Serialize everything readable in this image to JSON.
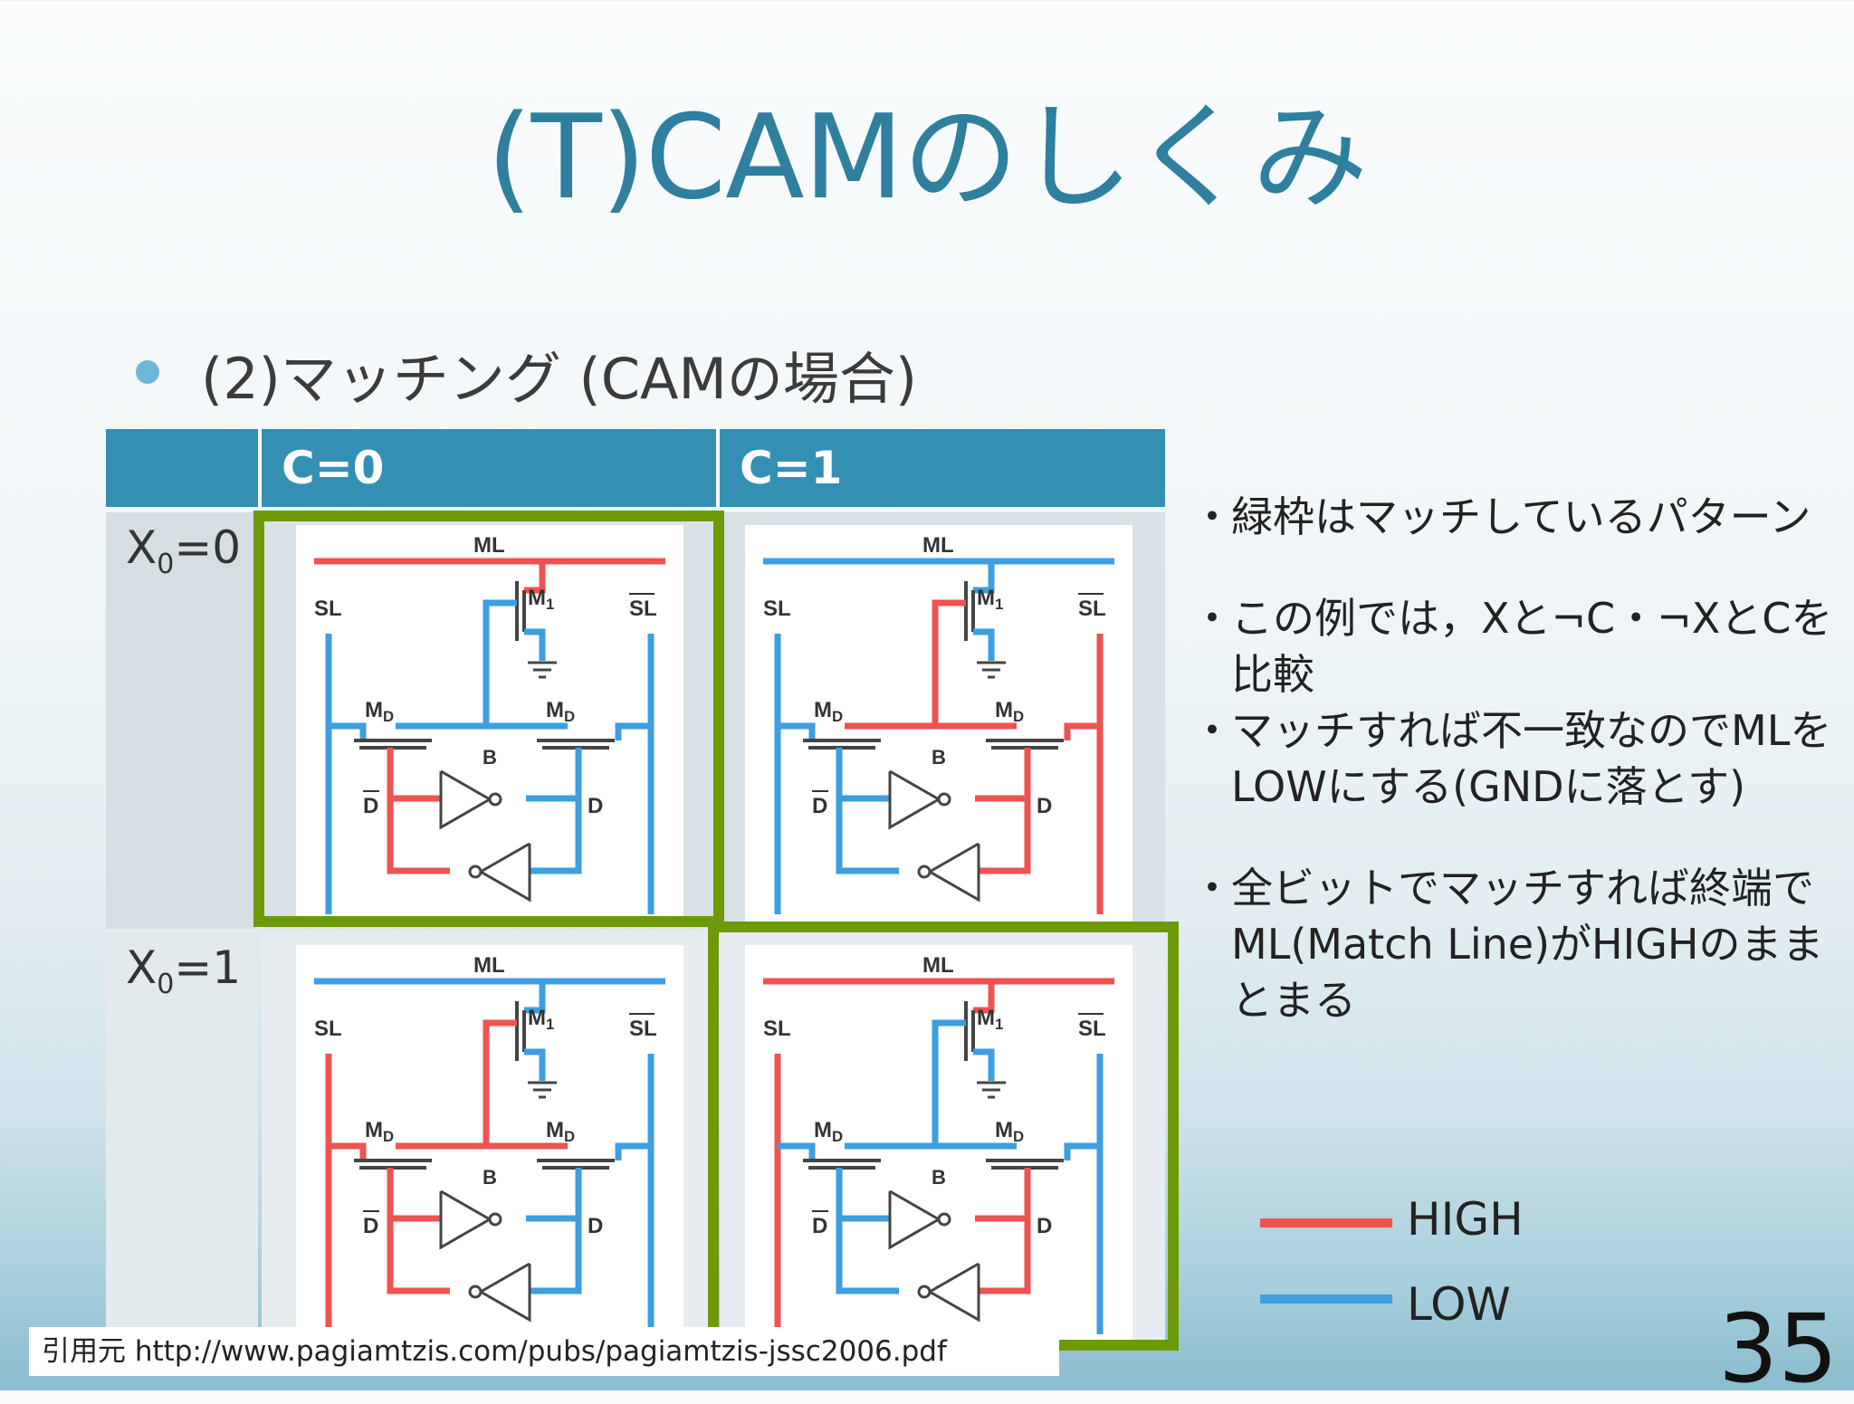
{
  "title": "(T)CAMのしくみ",
  "bullet": "(2)マッチング (CAMの場合)",
  "table": {
    "col_headers": [
      "C=0",
      "C=1"
    ],
    "row_headers": [
      {
        "var": "X",
        "sub": "0",
        "value": "=0"
      },
      {
        "var": "X",
        "sub": "0",
        "value": "=1"
      }
    ]
  },
  "circuit_labels": {
    "ml": "ML",
    "sl": "SL",
    "slbar": "SL",
    "m1": "M",
    "m1_sub": "1",
    "md": "M",
    "md_sub": "D",
    "b": "B",
    "d": "D",
    "dbar": "D"
  },
  "cells": [
    {
      "row": 0,
      "col": 0,
      "matched": true,
      "ml": "HIGH",
      "sl": "LOW",
      "slb": "LOW",
      "b": "LOW",
      "dbar": "HIGH",
      "d": "LOW",
      "gate_left": "LOW",
      "gate_right": "LOW"
    },
    {
      "row": 0,
      "col": 1,
      "matched": false,
      "ml": "LOW",
      "sl": "LOW",
      "slb": "HIGH",
      "b": "HIGH",
      "dbar": "LOW",
      "d": "HIGH",
      "gate_left": "LOW",
      "gate_right": "HIGH"
    },
    {
      "row": 1,
      "col": 0,
      "matched": false,
      "ml": "LOW",
      "sl": "HIGH",
      "slb": "LOW",
      "b": "HIGH",
      "dbar": "HIGH",
      "d": "LOW",
      "gate_left": "HIGH",
      "gate_right": "LOW"
    },
    {
      "row": 1,
      "col": 1,
      "matched": true,
      "ml": "HIGH",
      "sl": "HIGH",
      "slb": "LOW",
      "b": "LOW",
      "dbar": "LOW",
      "d": "HIGH",
      "gate_left": "LOW",
      "gate_right": "LOW"
    }
  ],
  "notes": [
    "緑枠はマッチしているパターン",
    "この例では，Xと¬C・¬XとCを比較",
    "マッチすれば不一致なのでMLをLOWにする(GNDに落とす)",
    "全ビットでマッチすれば終端でML(Match Line)がHIGHのままとまる"
  ],
  "legend": [
    {
      "label": "HIGH",
      "color": "#ef5350"
    },
    {
      "label": "LOW",
      "color": "#3d9ee0"
    }
  ],
  "colors": {
    "high": "#ef5350",
    "low": "#3d9ee0",
    "match_frame": "#6c9a08",
    "header": "#3390b3",
    "title": "#2f7f9f"
  },
  "citation": "引用元 http://www.pagiamtzis.com/pubs/pagiamtzis-jssc2006.pdf",
  "page_number": "35"
}
